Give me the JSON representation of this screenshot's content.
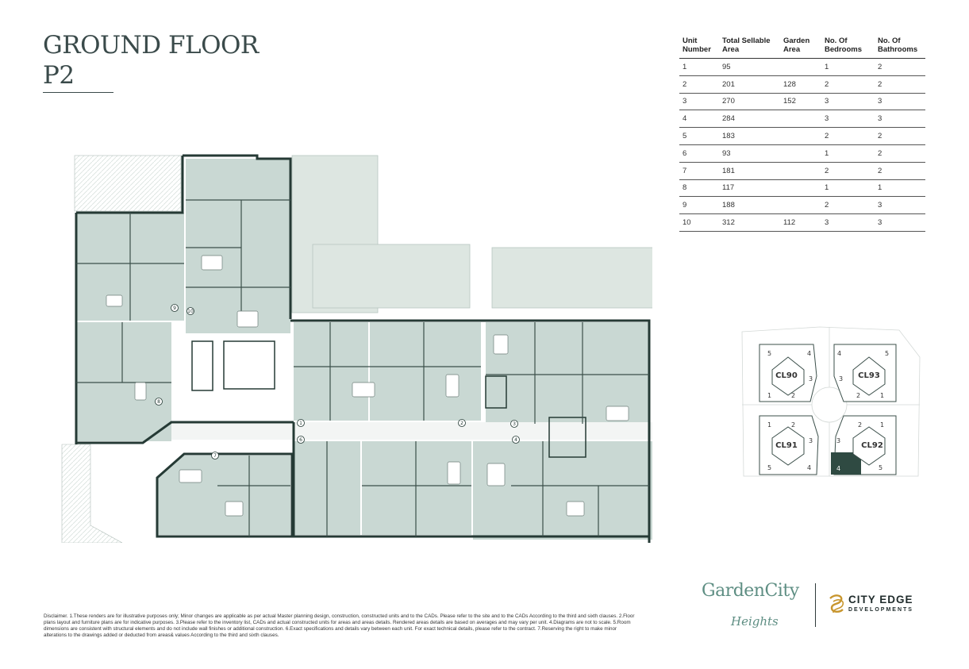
{
  "title": {
    "line1": "GROUND FLOOR",
    "line2": "P2"
  },
  "table": {
    "headers": [
      "Unit\nNumber",
      "Total Sellable\nArea",
      "Garden\nArea",
      "No. Of\nBedrooms",
      "No. Of\nBathrooms"
    ],
    "rows": [
      [
        "1",
        "95",
        "",
        "1",
        "2"
      ],
      [
        "2",
        "201",
        "128",
        "2",
        "2"
      ],
      [
        "3",
        "270",
        "152",
        "3",
        "3"
      ],
      [
        "4",
        "284",
        "",
        "3",
        "3"
      ],
      [
        "5",
        "183",
        "",
        "2",
        "2"
      ],
      [
        "6",
        "93",
        "",
        "1",
        "2"
      ],
      [
        "7",
        "181",
        "",
        "2",
        "2"
      ],
      [
        "8",
        "117",
        "",
        "1",
        "1"
      ],
      [
        "9",
        "188",
        "",
        "2",
        "3"
      ],
      [
        "10",
        "312",
        "112",
        "3",
        "3"
      ]
    ]
  },
  "plan": {
    "unit_markers": [
      "1",
      "2",
      "3",
      "4",
      "6",
      "7",
      "8",
      "9",
      "10"
    ]
  },
  "keymap": {
    "clusters": [
      {
        "name": "CL90",
        "units": [
          "5",
          "4",
          "3",
          "1",
          "2"
        ]
      },
      {
        "name": "CL93",
        "units": [
          "4",
          "5",
          "3",
          "2",
          "1"
        ]
      },
      {
        "name": "CL91",
        "units": [
          "1",
          "2",
          "3",
          "5",
          "4"
        ]
      },
      {
        "name": "CL92",
        "units": [
          "2",
          "1",
          "3",
          "4",
          "5"
        ]
      }
    ],
    "highlight_color": "#2f4a42"
  },
  "disclaimer": "Disclaimer. 1.These renders are for illustrative purposes only; Minor changes are applicable as per actual Master planning design, construction, constructed units and to the CADs. Please refer to the site and to the CADs According to the third and sixth clauses. 2.Floor plans layout and furniture plans are for indicative purposes. 3.Please refer to the inventory list, CADs and actual constructed units for areas and areas details. Rendered areas details are based on averages and may vary per unit. 4.Diagrams are not to scale. 5.Room dimensions are consistent with structural elements and do not include wall finishes or additional construction. 6.Exact specifications and details vary between each unit. For exact technical details, please refer to the contract. 7.Reserving the right to make minor alterations to the drawings added or deducted from areas& values According to the third and sixth clauses.",
  "brand": {
    "garden_city": "GardenCity",
    "heights": "Heights",
    "city_edge": "CITY EDGE",
    "developments": "DEVELOPMENTS"
  },
  "colors": {
    "wall": "#253a35",
    "unit_fill": "#c9d8d3",
    "garden_fill": "#dde6e1",
    "brand_green": "#5e8e83"
  }
}
